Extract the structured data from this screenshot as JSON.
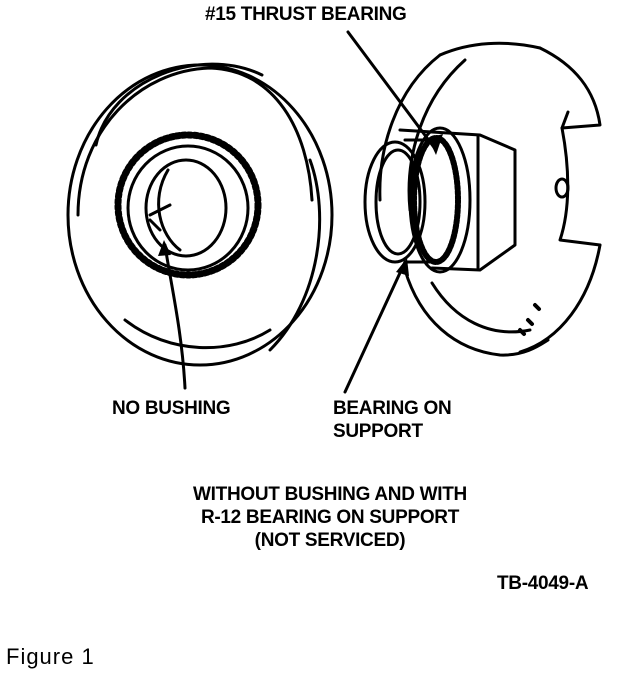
{
  "labels": {
    "thrust_bearing": "#15 THRUST BEARING",
    "no_bushing": "NO BUSHING",
    "bearing_on_support_line1": "BEARING ON",
    "bearing_on_support_line2": "SUPPORT"
  },
  "caption": {
    "line1": "WITHOUT BUSHING AND WITH",
    "line2": "R-12 BEARING ON SUPPORT",
    "line3": "(NOT SERVICED)"
  },
  "ref_code": "TB-4049-A",
  "figure_label": "Figure 1"
}
